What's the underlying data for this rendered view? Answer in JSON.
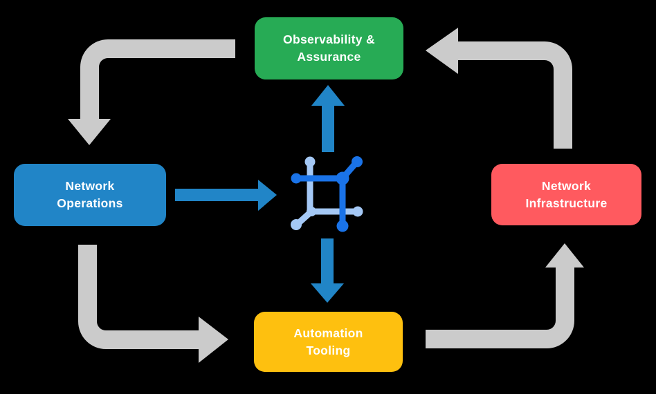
{
  "colors": {
    "bg": "#000000",
    "text": "#ffffff",
    "gray": "#cbcbcb",
    "green": "#27ab55",
    "blue": "#2185c7",
    "red": "#ff5a5f",
    "yellow": "#fec00f",
    "icon-dark": "#1a73e8",
    "icon-light": "#a4c8f5"
  },
  "diagram": {
    "nodes": [
      {
        "id": "observability-assurance",
        "label": "Observability &\nAssurance",
        "color_key": "green"
      },
      {
        "id": "network-operations",
        "label": "Network\nOperations",
        "color_key": "blue"
      },
      {
        "id": "network-infrastructure",
        "label": "Network\nInfrastructure",
        "color_key": "red"
      },
      {
        "id": "automation-tooling",
        "label": "Automation\nTooling",
        "color_key": "yellow"
      }
    ],
    "center_icon": {
      "name": "network-fabric-icon",
      "colors": [
        "icon-dark",
        "icon-light"
      ]
    },
    "flows": [
      {
        "from": "observability-assurance",
        "to": "network-operations",
        "style": "elbow",
        "color_key": "gray"
      },
      {
        "from": "network-operations",
        "to": "automation-tooling",
        "style": "elbow",
        "color_key": "gray"
      },
      {
        "from": "automation-tooling",
        "to": "network-infrastructure",
        "style": "elbow",
        "color_key": "gray"
      },
      {
        "from": "network-infrastructure",
        "to": "observability-assurance",
        "style": "elbow",
        "color_key": "gray"
      },
      {
        "from": "network-operations",
        "to": "center-icon",
        "style": "straight",
        "color_key": "blue"
      },
      {
        "from": "center-icon",
        "to": "observability-assurance",
        "style": "straight",
        "color_key": "blue"
      },
      {
        "from": "center-icon",
        "to": "automation-tooling",
        "style": "straight",
        "color_key": "blue"
      }
    ]
  }
}
